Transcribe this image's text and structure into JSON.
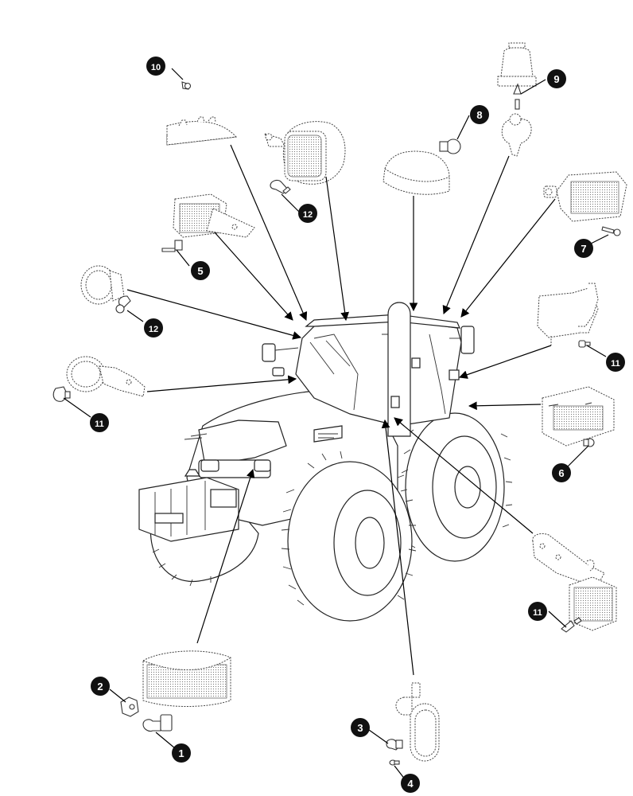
{
  "callouts": [
    {
      "id": "callout-1",
      "label": "1"
    },
    {
      "id": "callout-2",
      "label": "2"
    },
    {
      "id": "callout-3",
      "label": "3"
    },
    {
      "id": "callout-4",
      "label": "4"
    },
    {
      "id": "callout-5",
      "label": "5"
    },
    {
      "id": "callout-6",
      "label": "6"
    },
    {
      "id": "callout-7",
      "label": "7"
    },
    {
      "id": "callout-8",
      "label": "8"
    },
    {
      "id": "callout-9",
      "label": "9"
    },
    {
      "id": "callout-10",
      "label": "10"
    },
    {
      "id": "callout-11a",
      "label": "11"
    },
    {
      "id": "callout-11b",
      "label": "11"
    },
    {
      "id": "callout-11c",
      "label": "11"
    },
    {
      "id": "callout-12a",
      "label": "12"
    },
    {
      "id": "callout-12b",
      "label": "12"
    }
  ]
}
